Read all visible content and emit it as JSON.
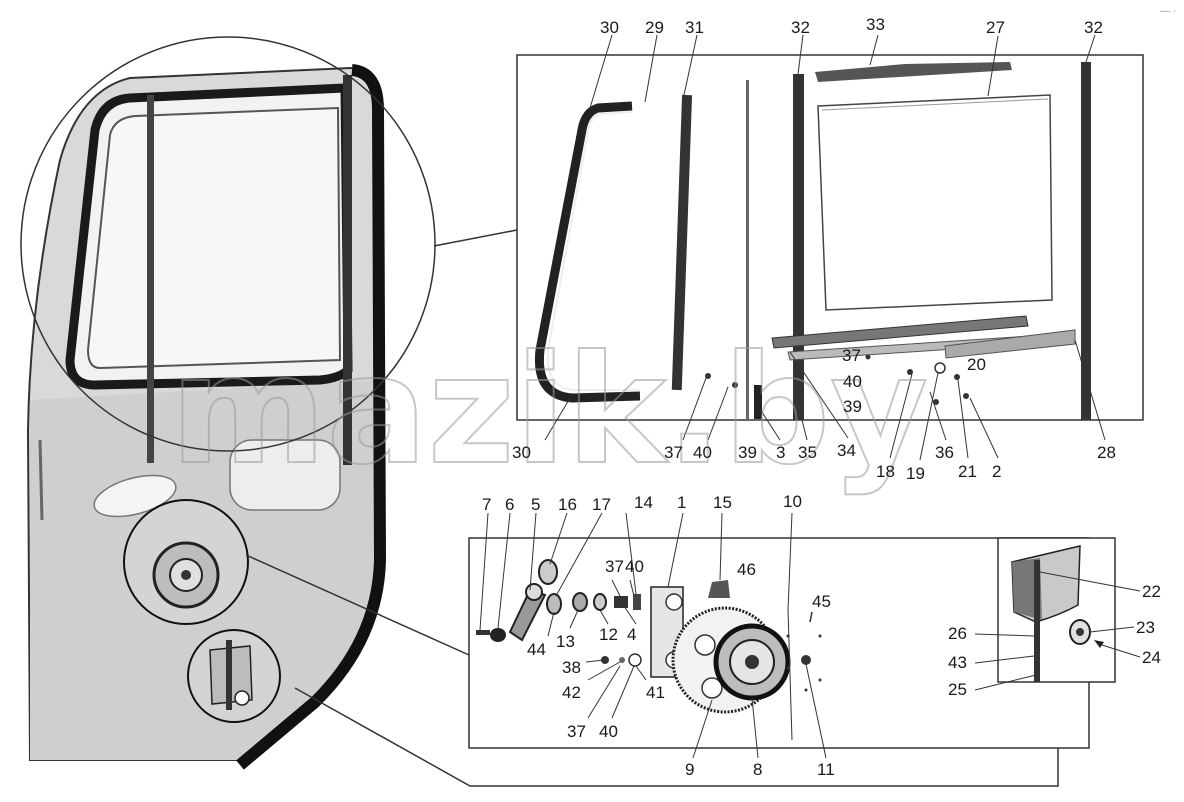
{
  "watermark": "mazik.by",
  "corner_mark": "— ·",
  "labels": {
    "window": [
      "30",
      "29",
      "31",
      "32",
      "33",
      "27",
      "32",
      "37",
      "40",
      "20",
      "39",
      "30",
      "37",
      "40",
      "39",
      "3",
      "35",
      "34",
      "18",
      "19",
      "36",
      "21",
      "2",
      "28"
    ],
    "regulator": [
      "7",
      "6",
      "5",
      "16",
      "17",
      "14",
      "1",
      "15",
      "10",
      "37",
      "40",
      "46",
      "45",
      "44",
      "13",
      "12",
      "4",
      "38",
      "42",
      "41",
      "37",
      "40",
      "9",
      "8",
      "11"
    ],
    "lock": [
      "22",
      "26",
      "23",
      "43",
      "24",
      "25"
    ]
  }
}
